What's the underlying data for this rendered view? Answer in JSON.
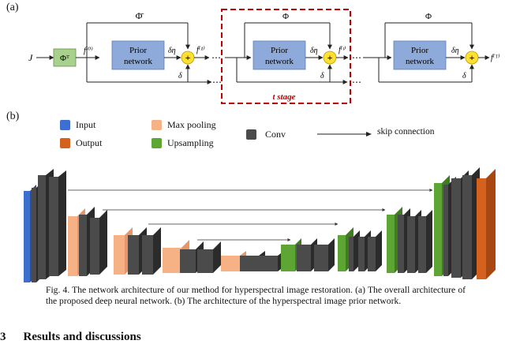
{
  "panel_a_label": "(a)",
  "panel_b_label": "(b)",
  "diagram_a": {
    "input_symbol": "J",
    "init_block": "Φᵀ",
    "x0": "f⁽⁰⁾",
    "x1": "f⁽¹⁾",
    "xt": "f⁽ᵗ⁾",
    "xT": "f⁽ᵀ⁾",
    "phi_bar": "Φ̄",
    "phi": "Φ",
    "prior_line1": "Prior",
    "prior_line2": "network",
    "delta_eta": "δη",
    "delta": "δ",
    "plus": "+",
    "dots": "⋯",
    "stage_label": "t stage"
  },
  "legend": {
    "input": "Input",
    "output": "Output",
    "max_pooling": "Max pooling",
    "upsampling": "Upsampling",
    "conv": "Conv",
    "skip": "skip connection"
  },
  "colors": {
    "input": "#3d6fd1",
    "output": "#d4621e",
    "max_pooling": "#f6b184",
    "upsampling": "#5ea634",
    "conv": "#4b4b4b",
    "prior_block": "#8eaadb",
    "init_block": "#a9d18e",
    "sum_node": "#ffe033",
    "stage_box": "#c00000"
  },
  "caption": "Fig. 4. The network architecture of our method for hyperspectral image restoration. (a) The overall architecture of the proposed deep neural network. (b) The architecture of the hyperspectral image prior network.",
  "section": {
    "number": "3",
    "title": "Results and discussions"
  }
}
